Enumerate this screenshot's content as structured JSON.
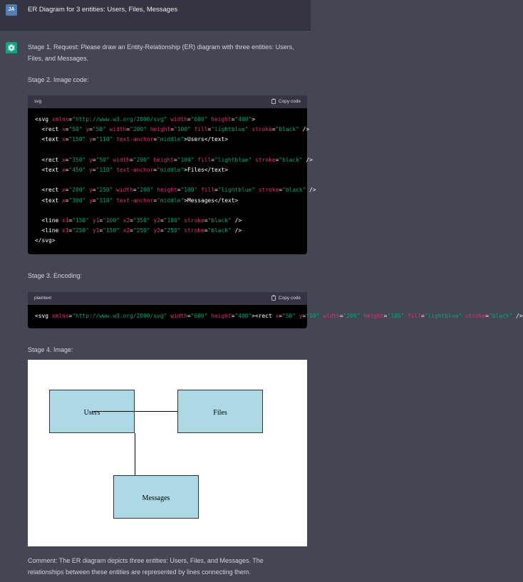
{
  "user": {
    "avatar": "JA",
    "message": "ER Diagram for 3 entities: Users, Files, Messages"
  },
  "assistant": {
    "stage1": "Stage 1. Request: Please draw an Entity-Relationship (ER) diagram with three entities: Users, Files, and Messages.",
    "stage2_heading": "Stage 2. Image code:",
    "code1": {
      "lang": "svg",
      "copy_label": "Copy code",
      "lines": [
        "<svg xmlns=\"http://www.w3.org/2000/svg\" width=\"600\" height=\"400\">",
        "  <rect x=\"50\" y=\"50\" width=\"200\" height=\"100\" fill=\"lightblue\" stroke=\"black\" />",
        "  <text x=\"150\" y=\"110\" text-anchor=\"middle\">Users</text>",
        "",
        "  <rect x=\"350\" y=\"50\" width=\"200\" height=\"100\" fill=\"lightblue\" stroke=\"black\" />",
        "  <text x=\"450\" y=\"110\" text-anchor=\"middle\">Files</text>",
        "",
        "  <rect x=\"200\" y=\"250\" width=\"200\" height=\"100\" fill=\"lightblue\" stroke=\"black\" />",
        "  <text x=\"300\" y=\"310\" text-anchor=\"middle\">Messages</text>",
        "",
        "  <line x1=\"150\" y1=\"100\" x2=\"350\" y2=\"100\" stroke=\"black\" />",
        "  <line x1=\"250\" y1=\"150\" x2=\"250\" y2=\"250\" stroke=\"black\" />",
        "</svg>"
      ]
    },
    "stage3_heading": "Stage 3. Encoding:",
    "code2": {
      "lang": "plaintext",
      "copy_label": "Copy code",
      "lines": [
        "<svg xmlns=\"http://www.w3.org/2000/svg\" width=\"600\" height=\"400\"><rect x=\"50\" y=\"50\" width=\"200\" height=\"100\" fill=\"lightblue\" stroke=\"black\" />"
      ]
    },
    "stage4_heading": "Stage 4. Image:",
    "diagram": {
      "entities": [
        "Users",
        "Files",
        "Messages"
      ]
    },
    "comment": "Comment: The ER diagram depicts three entities: Users, Files, and Messages. The relationships between these entities are represented by lines connecting them."
  },
  "colors": {
    "entity_fill": "#add8e6",
    "assistant_avatar": "#10a37f",
    "user_avatar": "#4f7fb8"
  },
  "icons": [
    "openai-logo-icon",
    "clipboard-icon"
  ]
}
